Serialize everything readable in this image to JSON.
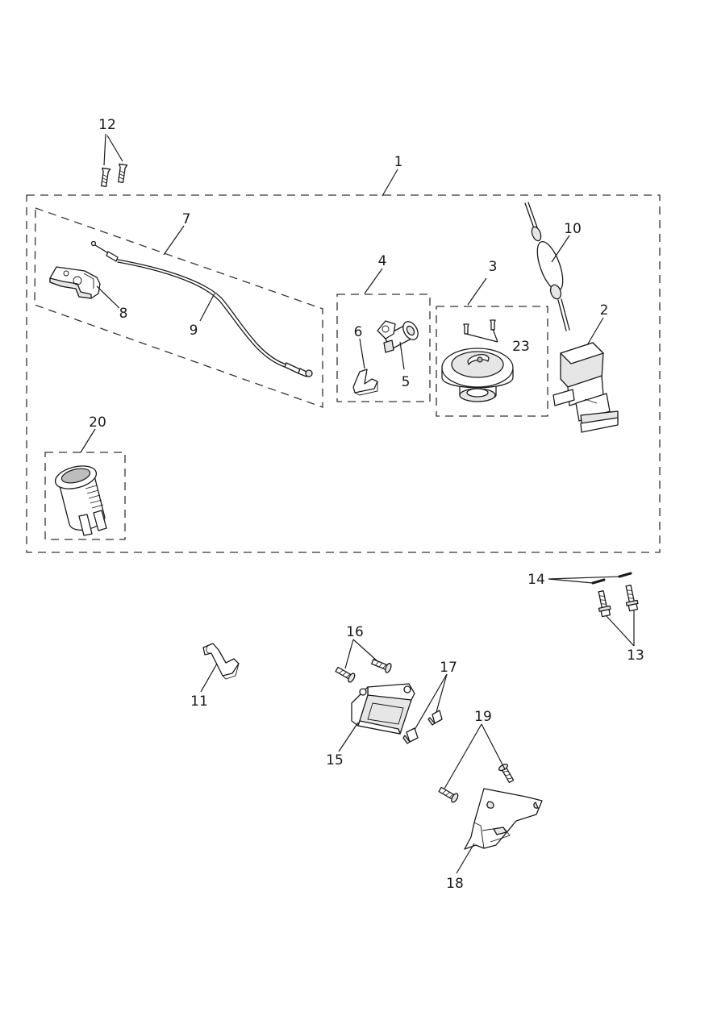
{
  "diagram": {
    "title": "",
    "callouts": [
      {
        "id": "c1",
        "text": "1"
      },
      {
        "id": "c2",
        "text": "2"
      },
      {
        "id": "c3",
        "text": "3"
      },
      {
        "id": "c4",
        "text": "4"
      },
      {
        "id": "c5",
        "text": "5"
      },
      {
        "id": "c6",
        "text": "6"
      },
      {
        "id": "c7",
        "text": "7"
      },
      {
        "id": "c8",
        "text": "8"
      },
      {
        "id": "c9",
        "text": "9"
      },
      {
        "id": "c10",
        "text": "10"
      },
      {
        "id": "c11",
        "text": "11"
      },
      {
        "id": "c12",
        "text": "12"
      },
      {
        "id": "c13",
        "text": "13"
      },
      {
        "id": "c14",
        "text": "14"
      },
      {
        "id": "c15",
        "text": "15"
      },
      {
        "id": "c16",
        "text": "16"
      },
      {
        "id": "c17",
        "text": "17"
      },
      {
        "id": "c18",
        "text": "18"
      },
      {
        "id": "c19",
        "text": "19"
      },
      {
        "id": "c20",
        "text": "20"
      },
      {
        "id": "c23",
        "text": "23"
      }
    ]
  }
}
